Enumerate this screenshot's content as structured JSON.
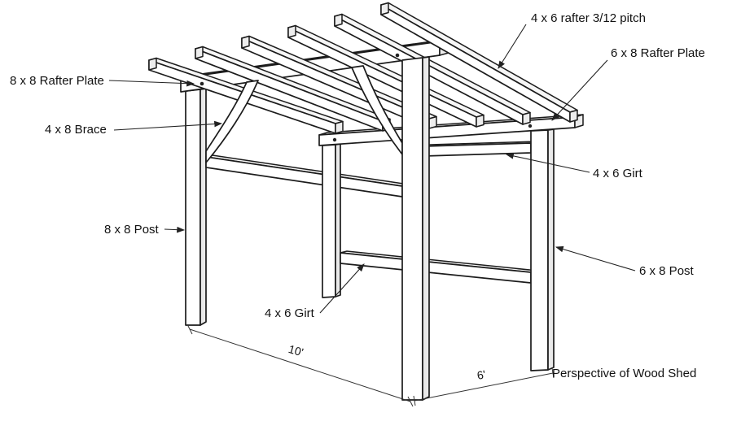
{
  "title": "Perspective of Wood Shed",
  "labels": {
    "rafter": "4 x 6  rafter  3/12 pitch",
    "rafter_plate_right": "6 x 8 Rafter Plate",
    "rafter_plate_left": "8 x 8 Rafter Plate",
    "brace": "4 x 8 Brace",
    "girt_upper_right": "4 x 6 Girt",
    "post_left": "8 x 8 Post",
    "post_right": "6 x 8 Post",
    "girt_lower": "4 x 6 Girt"
  },
  "dimensions": {
    "length": "10'",
    "depth": "6'"
  },
  "colors": {
    "outline": "#1c1c1c",
    "label_text": "#111111",
    "beam_face": "#ffffff",
    "beam_top": "#f6f6f6",
    "beam_shaded": "#e9e9e9",
    "background": "#ffffff"
  }
}
